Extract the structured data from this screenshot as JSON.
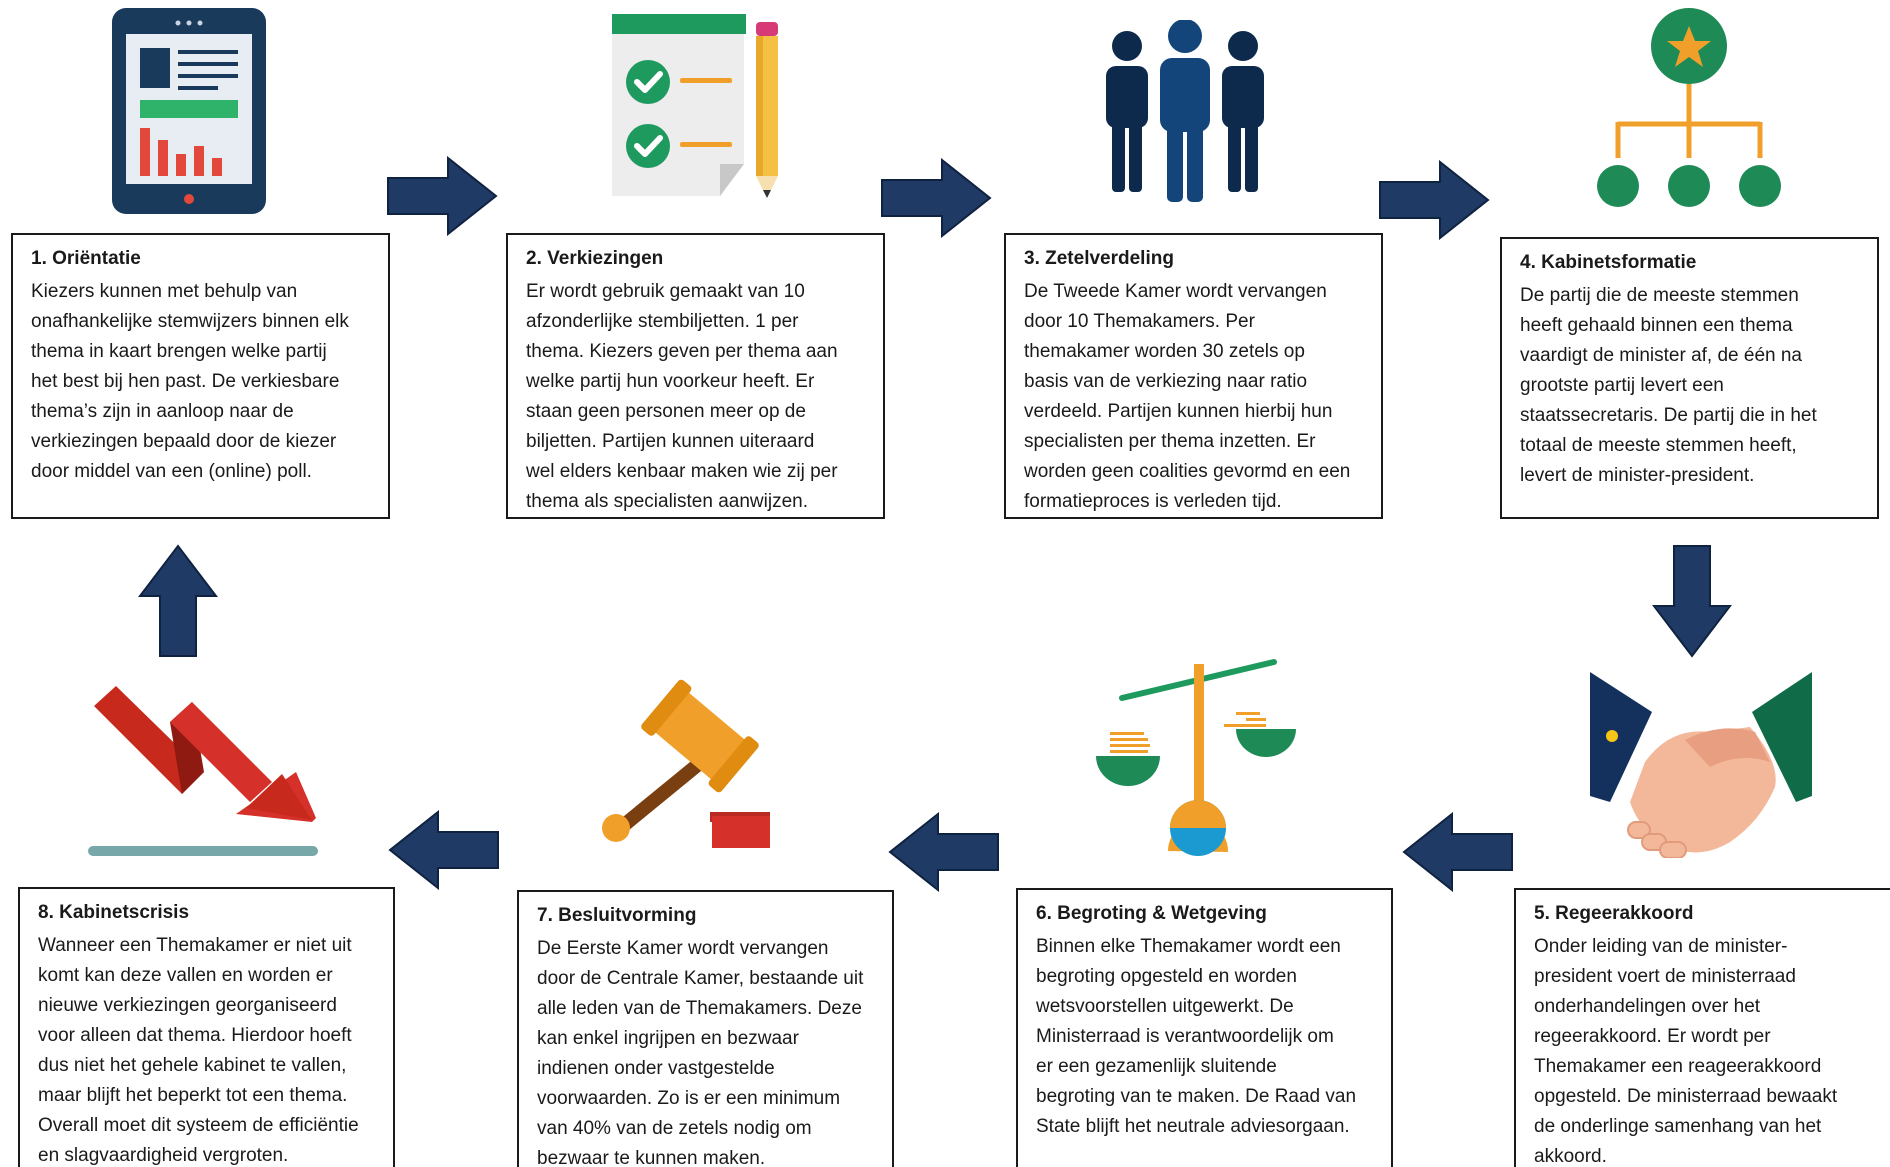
{
  "colors": {
    "arrow": "#1f3a64",
    "green": "#1e9a5f",
    "red": "#e2483b",
    "orange": "#f0a02a",
    "navy": "#0e3156"
  },
  "steps": [
    {
      "title": "1. Oriëntatie",
      "text": "Kiezers kunnen met behulp van\nonafhankelijke stemwijzers binnen elk\nthema in kaart brengen welke partij\nhet best bij hen past. De verkiesbare\nthema’s zijn in  aanloop naar de\nverkiezingen bepaald door de kiezer\ndoor middel van een (online) poll.",
      "icon": "tablet-chart-icon"
    },
    {
      "title": "2. Verkiezingen",
      "text": "Er wordt gebruik gemaakt van 10\nafzonderlijke stembiljetten. 1 per\nthema. Kiezers geven per thema aan\nwelke partij hun voorkeur heeft. Er\nstaan geen personen meer op de\nbiljetten.  Partijen kunnen uiteraard\nwel elders kenbaar maken wie zij per\nthema als specialisten aanwijzen.",
      "icon": "ballot-checklist-icon"
    },
    {
      "title": "3. Zetelverdeling",
      "text": "De Tweede Kamer wordt vervangen\ndoor 10 Themakamers. Per\nthemakamer worden 30 zetels op\nbasis van de verkiezing naar ratio\nverdeeld. Partijen kunnen hierbij hun\nspecialisten per thema inzetten. Er\nworden geen coalities gevormd en een\nformatieproces is verleden tijd.",
      "icon": "people-group-icon"
    },
    {
      "title": "4. Kabinetsformatie",
      "text": "De partij die de meeste stemmen\nheeft gehaald binnen een thema\nvaardigt de minister af, de één na\ngrootste partij levert een\nstaatssecretaris. De partij die in het\ntotaal de meeste stemmen heeft,\nlevert de  minister-president.",
      "icon": "org-chart-star-icon"
    },
    {
      "title": "5. Regeerakkoord",
      "text": "Onder leiding van de minister-\npresident voert de ministerraad\nonderhandelingen over het\nregeerakkoord. Er wordt per\nThemakamer een reageerakkoord\nopgesteld. De ministerraad bewaakt\nde onderlinge samenhang van het\nakkoord.",
      "icon": "handshake-icon"
    },
    {
      "title": "6. Begroting & Wetgeving",
      "text": "Binnen elke Themakamer wordt een\nbegroting opgesteld en worden\nwetsvoorstellen uitgewerkt. De\nMinisterraad is verantwoordelijk om\ner een gezamenlijk sluitende\nbegroting van te maken. De Raad van\nState blijft het neutrale adviesorgaan.",
      "icon": "balance-scale-icon"
    },
    {
      "title": "7. Besluitvorming",
      "text": "De Eerste Kamer wordt vervangen\ndoor de Centrale Kamer, bestaande uit\nalle leden van de Themakamers. Deze\nkan enkel ingrijpen en bezwaar\nindienen onder vastgestelde\nvoorwaarden. Zo is er een minimum\nvan 40% van de zetels nodig om\nbezwaar te kunnen maken.",
      "icon": "gavel-icon"
    },
    {
      "title": "8. Kabinetscrisis",
      "text": "Wanneer een Themakamer er niet uit\nkomt kan deze vallen en worden er\nnieuwe verkiezingen georganiseerd\nvoor alleen dat thema.  Hierdoor hoeft\ndus niet het gehele kabinet te vallen,\nmaar blijft het beperkt tot een thema.\nOverall moet dit systeem de efficiëntie\nen slagvaardigheid vergroten.",
      "icon": "falling-arrow-icon"
    }
  ]
}
